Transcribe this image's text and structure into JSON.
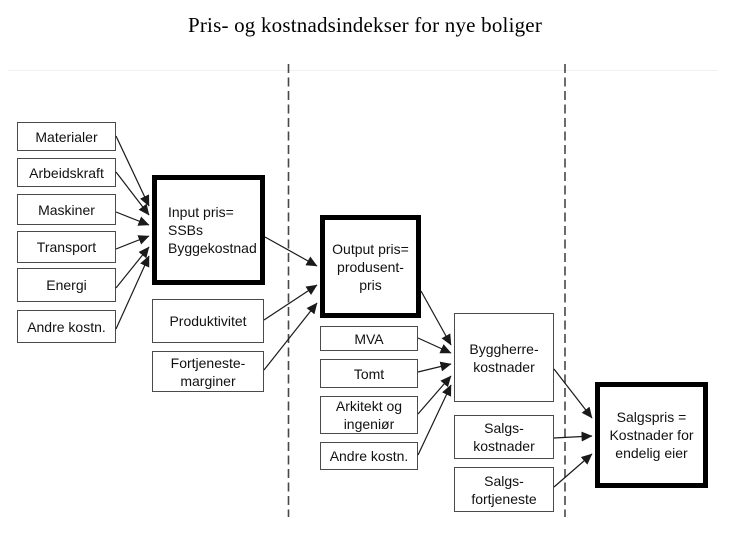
{
  "title": "Pris- og kostnadsindekser for nye boliger",
  "nodes": {
    "materialer": {
      "label": "Materialer"
    },
    "arbeidskraft": {
      "label": "Arbeidskraft"
    },
    "maskiner": {
      "label": "Maskiner"
    },
    "transport": {
      "label": "Transport"
    },
    "energi": {
      "label": "Energi"
    },
    "andre_kostn_input": {
      "label": "Andre kostn."
    },
    "input_pris": {
      "line1": "Input pris=",
      "line2": "SSBs",
      "line3": "Byggekostnad"
    },
    "produktivitet": {
      "label": "Produktivitet"
    },
    "fortjeneste_marginer": {
      "line1": "Fortjeneste-",
      "line2": "marginer"
    },
    "output_pris": {
      "line1": "Output pris=",
      "line2": "produsent-",
      "line3": "pris"
    },
    "mva": {
      "label": "MVA"
    },
    "tomt": {
      "label": "Tomt"
    },
    "arkitekt_ingenior": {
      "line1": "Arkitekt og",
      "line2": "ingeniør"
    },
    "andre_kostn_output": {
      "label": "Andre kostn."
    },
    "byggherre_kostnader": {
      "line1": "Byggherre-",
      "line2": "kostnader"
    },
    "salgs_kostnader": {
      "line1": "Salgs-",
      "line2": "kostnader"
    },
    "salgs_fortjeneste": {
      "line1": "Salgs-",
      "line2": "fortjeneste"
    },
    "salgspris": {
      "line1": "Salgspris =",
      "line2": "Kostnader for",
      "line3": "endelig eier"
    }
  },
  "colors": {
    "background": "#ffffff",
    "text": "#111111",
    "thin_box_border": "#4a4a4a",
    "thick_box_border": "#000000",
    "arrow": "#1a1a1a",
    "dashed_separator": "#474747"
  }
}
